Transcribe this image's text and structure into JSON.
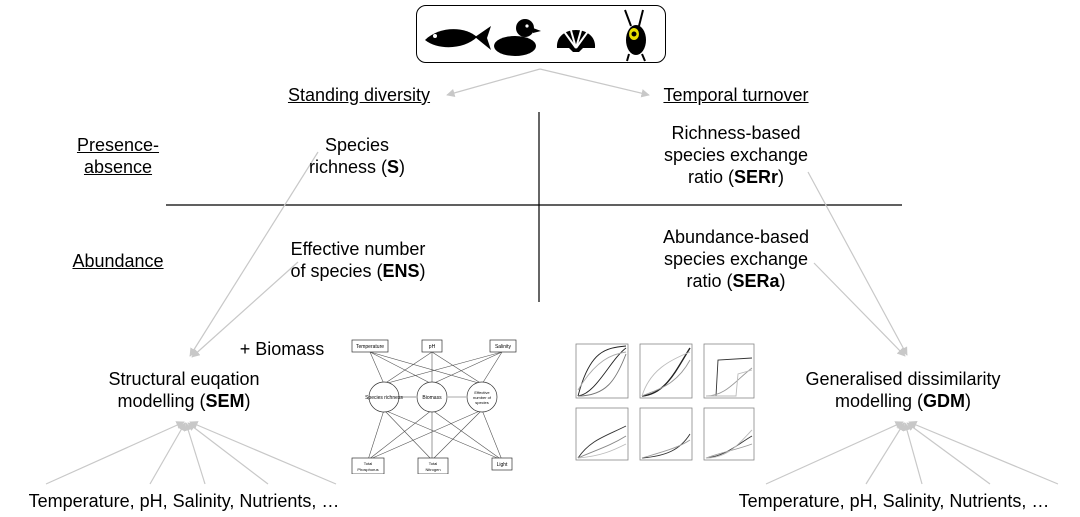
{
  "headers": {
    "standing": "Standing diversity",
    "temporal": "Temporal turnover"
  },
  "rows": {
    "presence_line1": "Presence-",
    "presence_line2": "absence",
    "abundance": "Abundance"
  },
  "cells": {
    "s_line1": "Species",
    "s_line2": "richness (",
    "s_bold": "S",
    "s_end": ")",
    "ens_line1": "Effective number",
    "ens_line2": "of species (",
    "ens_bold": "ENS",
    "ens_end": ")",
    "serr_line1": "Richness-based",
    "serr_line2": "species exchange",
    "serr_line3": "ratio (",
    "serr_bold": "SERr",
    "serr_end": ")",
    "sera_line1": "Abundance-based",
    "sera_line2": "species exchange",
    "sera_line3": "ratio (",
    "sera_bold": "SERa",
    "sera_end": ")"
  },
  "methods": {
    "biomass": "+ Biomass",
    "sem_line1": "Structural euqation",
    "sem_line2": "modelling (",
    "sem_bold": "SEM",
    "sem_end": ")",
    "gdm_line1": "Generalised dissimilarity",
    "gdm_line2": "modelling (",
    "gdm_bold": "GDM",
    "gdm_end": ")"
  },
  "drivers": {
    "left": "Temperature, pH, Salinity, Nutrients, …",
    "right": "Temperature, pH, Salinity, Nutrients, …"
  },
  "sem_diagram": {
    "top": [
      "Temperature",
      "pH",
      "Salinity"
    ],
    "middle": [
      "Species richness",
      "Biomass",
      "Effective number of species"
    ],
    "bottom": [
      "Total Phosphorus",
      "Total Nitrogen",
      "Light"
    ]
  },
  "icons": [
    "fish-icon",
    "duck-icon",
    "shell-icon",
    "plankton-icon"
  ],
  "colors": {
    "arrow": "#c8c8c8",
    "line": "#000000"
  }
}
